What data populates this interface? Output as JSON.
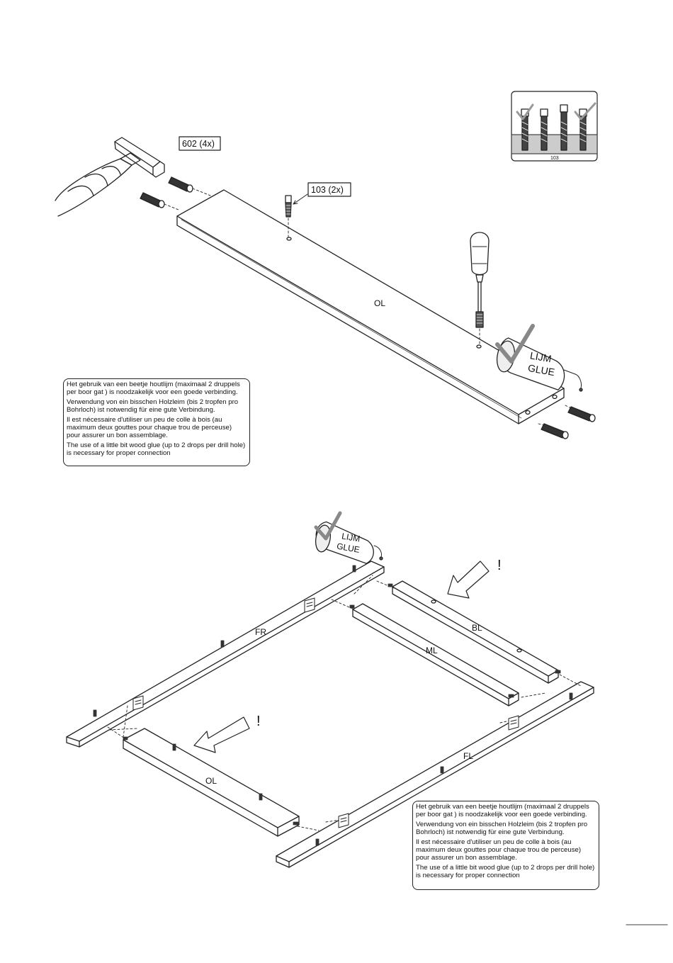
{
  "step1": {
    "callouts": {
      "dowel": "602 (4x)",
      "cam_bolt": "103 (2x)"
    },
    "panel_label": "OL",
    "glue_bottle": {
      "line1": "LIJM",
      "line2": "GLUE"
    },
    "inset_label": "103",
    "note": {
      "nl": "Het gebruik van een beetje houtlijm (maximaal 2 druppels per boor gat ) is noodzakelijk voor een goede verbinding.",
      "de": "Verwendung von ein bisschen Holzleim (bis 2 tropfen pro Bohrloch) ist notwendig für eine gute Verbindung.",
      "fr": "Il est nécessaire d'utiliser un peu de colle à bois (au maximum deux gouttes pour chaque trou de perceuse) pour assurer un bon assemblage.",
      "en": "The use of a little bit wood glue (up to 2 drops per drill hole) is necessary for proper connection"
    }
  },
  "step2": {
    "glue_bottle": {
      "line1": "LIJM",
      "line2": "GLUE"
    },
    "labels": {
      "fr": "FR",
      "bl": "BL",
      "ml": "ML",
      "fl": "FL",
      "ol": "OL"
    },
    "warnings": {
      "upper": "!",
      "lower": "!"
    },
    "note": {
      "nl": "Het gebruik van een beetje houtlijm (maximaal 2 druppels per boor gat ) is noodzakelijk voor een goede verbinding.",
      "de": "Verwendung von ein bisschen Holzleim (bis 2 tropfen pro Bohrloch) ist notwendig für eine gute Verbindung.",
      "fr": "Il est nécessaire d'utiliser un peu de colle à bois (au maximum deux gouttes pour chaque trou de perceuse) pour assurer un bon assemblage.",
      "en": "The use of a little bit wood glue (up to 2 drops per drill hole) is necessary for proper connection"
    }
  }
}
